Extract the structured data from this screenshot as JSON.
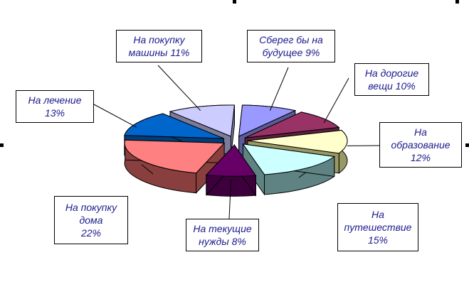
{
  "chart_data": {
    "type": "pie",
    "title": "",
    "slices": [
      {
        "line1": "Сберег бы на",
        "line2": "будущее 9%",
        "value": 9,
        "top": "#9999ff",
        "side": "#5b5b99",
        "icon": ""
      },
      {
        "line1": "На дорогие",
        "line2": "вещи 10%",
        "value": 10,
        "top": "#993366",
        "side": "#5c1f3d"
      },
      {
        "line1": "На",
        "line2": "образование",
        "line3": "12%",
        "value": 12,
        "top": "#ffffcc",
        "side": "#999966"
      },
      {
        "line1": "На",
        "line2": "путешествие",
        "line3": "15%",
        "value": 15,
        "top": "#ccffff",
        "side": "#5f8383"
      },
      {
        "line1": "На текущие",
        "line2": "нужды 8%",
        "value": 8,
        "top": "#660066",
        "side": "#3d003d"
      },
      {
        "line1": "На покупку",
        "line2": "дома",
        "line3": "22%",
        "value": 22,
        "top": "#ff8080",
        "side": "#8a3f3f"
      },
      {
        "line1": "На лечение",
        "line2": "13%",
        "value": 13,
        "top": "#0066cc",
        "side": "#003d7a"
      },
      {
        "line1": "На покупку",
        "line2": "машины 11%",
        "value": 11,
        "top": "#ccccff",
        "side": "#7a7a99"
      }
    ]
  },
  "colors": {
    "label_text": "#1a1a8c",
    "leader": "#000000"
  }
}
